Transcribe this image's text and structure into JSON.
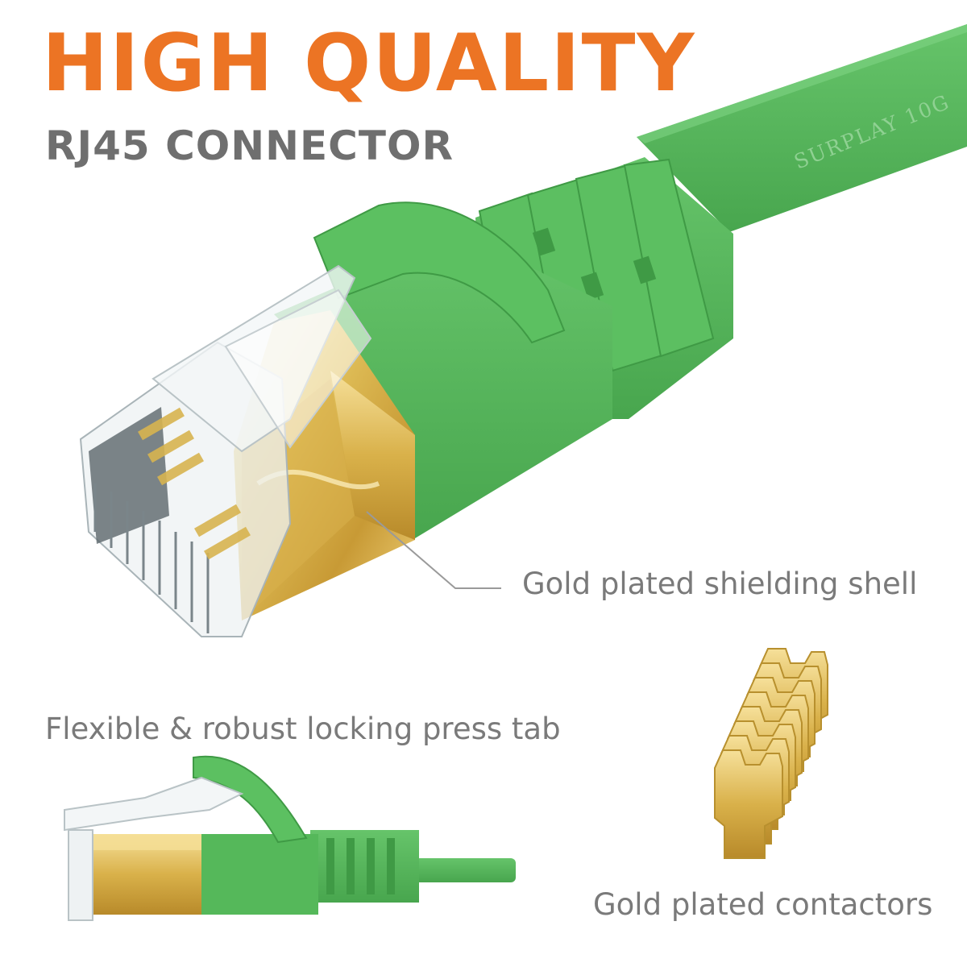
{
  "headline": {
    "title": "HIGH QUALITY",
    "subtitle": "RJ45 CONNECTOR"
  },
  "cable": {
    "print_text": "SURPLAY 10G"
  },
  "callouts": {
    "shielding_shell": "Gold plated shielding shell",
    "locking_tab": "Flexible & robust locking press tab",
    "contactors": "Gold plated contactors"
  },
  "colors": {
    "accent_orange": "#ec7424",
    "subtitle_gray": "#6f6f6f",
    "callout_gray": "#7a7a7a",
    "cable_green": "#55b85a",
    "cable_green_dark": "#3f9a45",
    "gold": "#e2c25c",
    "gold_dark": "#b8902e"
  }
}
